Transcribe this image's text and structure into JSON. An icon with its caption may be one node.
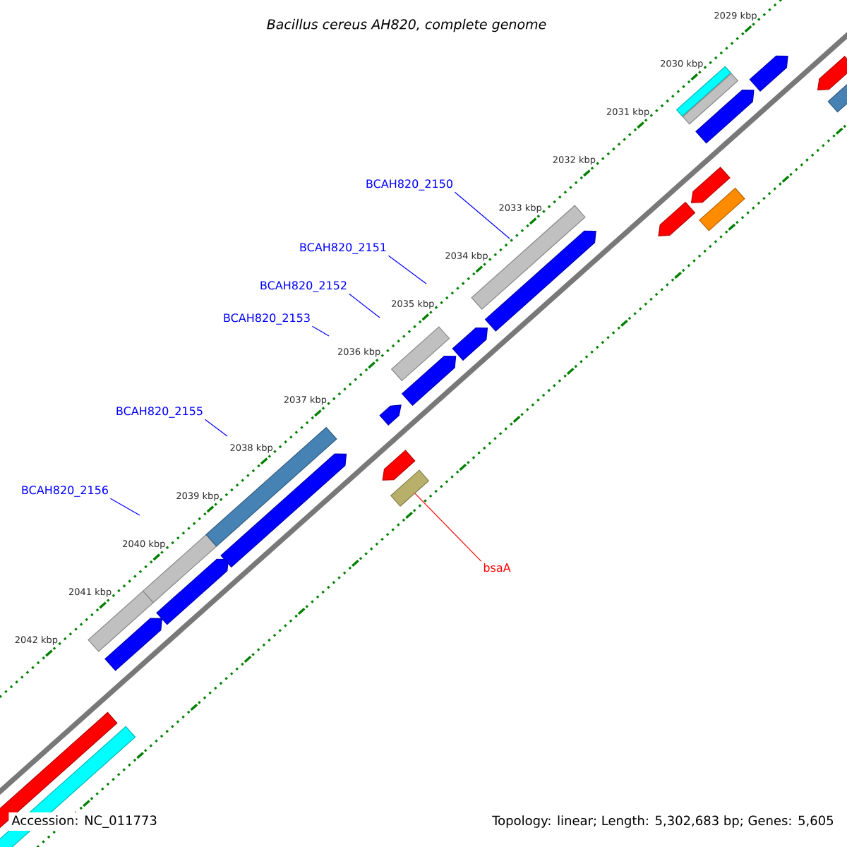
{
  "diagram": {
    "title": "Bacillus cereus AH820, complete genome",
    "nodes": [
      {
        "text": [
          "BCAH820_2150"
        ]
      },
      {
        "text": [
          "BCAH820_2151"
        ]
      },
      {
        "text": [
          "BCAH820_2152"
        ]
      },
      {
        "text": [
          "BCAH820_2153"
        ]
      },
      {
        "text": [
          "BCAH820_2155"
        ]
      },
      {
        "text": [
          "BCAH820_2156"
        ]
      },
      {
        "text": [
          "bsaA"
        ]
      },
      {
        "text": [],
        "shape": "bar"
      }
    ],
    "edges": [
      {
        "from": 0,
        "to": null,
        "arrow": "none"
      },
      {
        "from": 1,
        "to": null,
        "arrow": "none"
      },
      {
        "from": 2,
        "to": null,
        "arrow": "none"
      },
      {
        "from": 3,
        "to": null,
        "arrow": "none"
      },
      {
        "from": 4,
        "to": null,
        "arrow": "none"
      },
      {
        "from": 5,
        "to": null,
        "arrow": "none"
      },
      {
        "from": 6,
        "to": 7,
        "arrow": "none",
        "color": "#ff0000"
      }
    ],
    "labels": [
      "2029 kbp",
      "2030 kbp",
      "2031 kbp",
      "2032 kbp",
      "2033 kbp",
      "2034 kbp",
      "2035 kbp",
      "2036 kbp",
      "2037 kbp",
      "2038 kbp",
      "2039 kbp",
      "2040 kbp",
      "2041 kbp",
      "2042 kbp",
      "Accession: NC_011773",
      "Topology: linear; Length: 5,302,683 bp; Genes: 5,605"
    ]
  }
}
